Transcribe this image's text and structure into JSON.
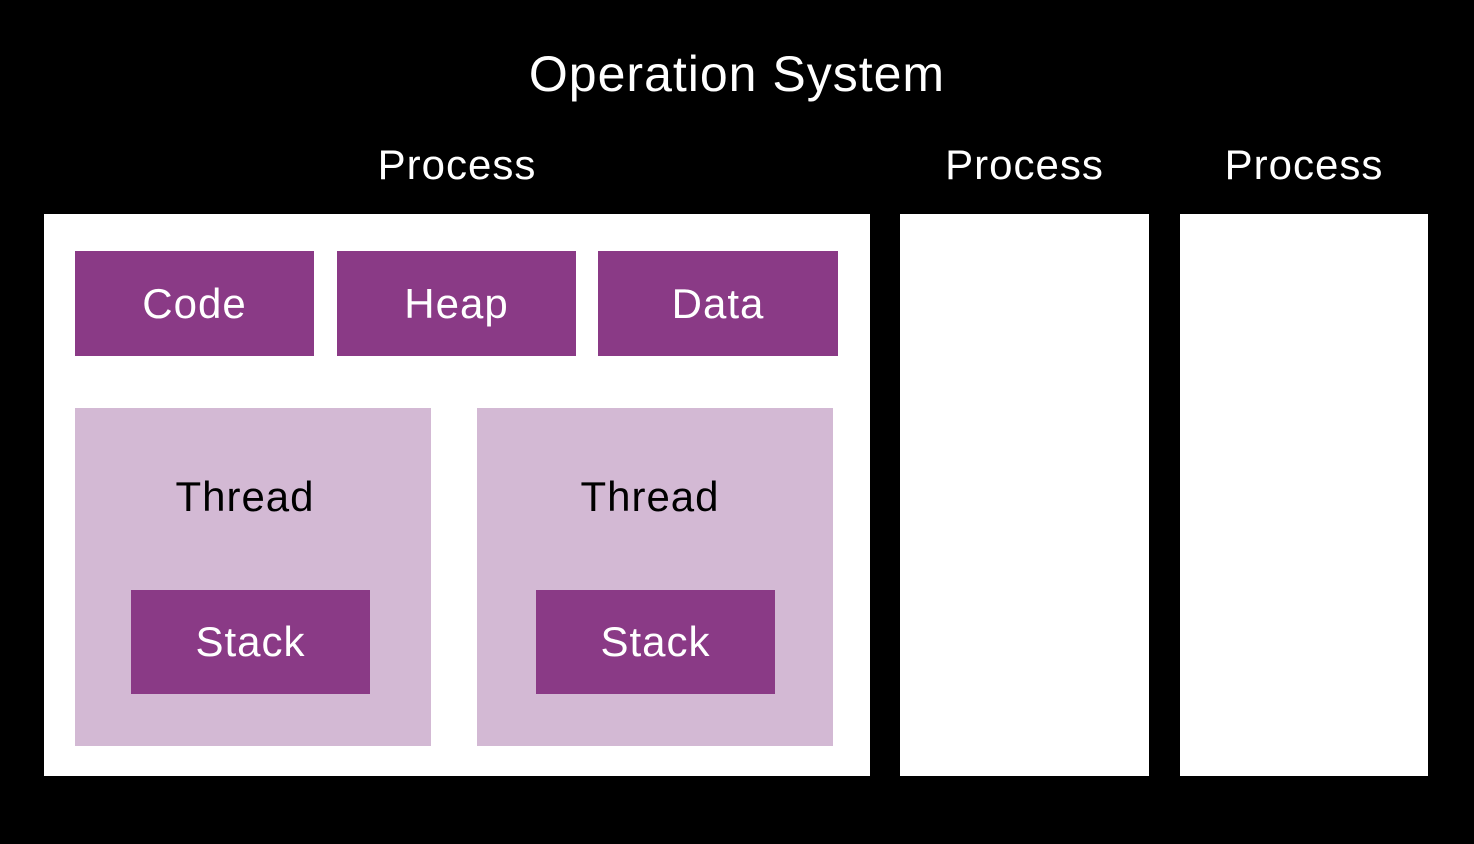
{
  "title": "Operation System",
  "processes": [
    {
      "label": "Process"
    },
    {
      "label": "Process"
    },
    {
      "label": "Process"
    }
  ],
  "segments": {
    "code": "Code",
    "heap": "Heap",
    "data": "Data"
  },
  "threads": [
    {
      "label": "Thread",
      "stack": "Stack"
    },
    {
      "label": "Thread",
      "stack": "Stack"
    }
  ],
  "colors": {
    "background": "#000000",
    "process_fill": "#ffffff",
    "segment_fill": "#8a3a86",
    "thread_fill": "#d3b9d4"
  }
}
